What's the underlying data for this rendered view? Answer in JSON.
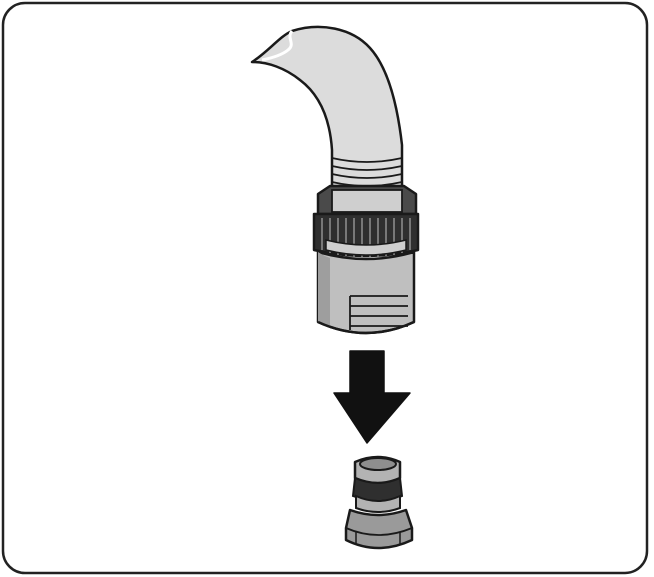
{
  "illustration": {
    "subject": "garden-hose-quick-connector-assembly",
    "parts": [
      "hose",
      "hose-connector",
      "connector-sleeve",
      "down-arrow",
      "tap-adaptor"
    ],
    "colors": {
      "outline": "#1a1a1a",
      "hose_fill": "#dcdcdc",
      "connector_dark": "#4a4a4a",
      "connector_fill": "#bfbfbf",
      "adaptor_fill": "#b3b3b3",
      "arrow": "#111111",
      "frame": "#222222",
      "background": "#ffffff"
    }
  }
}
